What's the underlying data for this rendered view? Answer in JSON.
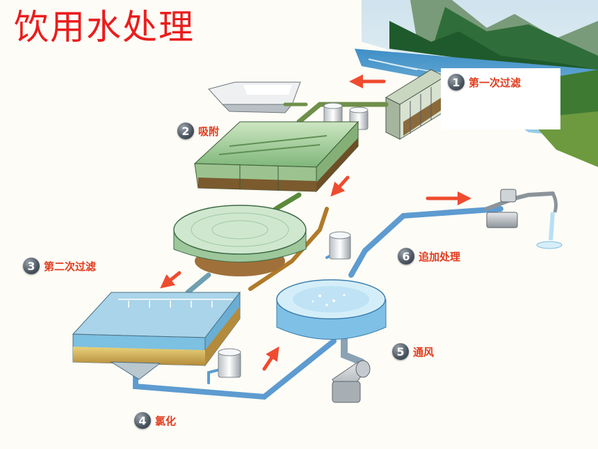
{
  "title": "饮用水处理",
  "steps": [
    {
      "number": "1",
      "label": "第一次过滤"
    },
    {
      "number": "2",
      "label": "吸附"
    },
    {
      "number": "3",
      "label": "第二次过滤"
    },
    {
      "number": "4",
      "label": "氯化"
    },
    {
      "number": "5",
      "label": "通风"
    },
    {
      "number": "6",
      "label": "追加处理"
    }
  ],
  "colors": {
    "title": "#ea1d1d",
    "label": "#e23a1c",
    "flow_arrow": "#ef4b2f",
    "pipe": "#5d9bd0",
    "water": "#8ec9e6"
  },
  "icons": [
    "mountain-lake-scene",
    "flow-arrow",
    "chemical-drum",
    "faucet",
    "blower"
  ]
}
